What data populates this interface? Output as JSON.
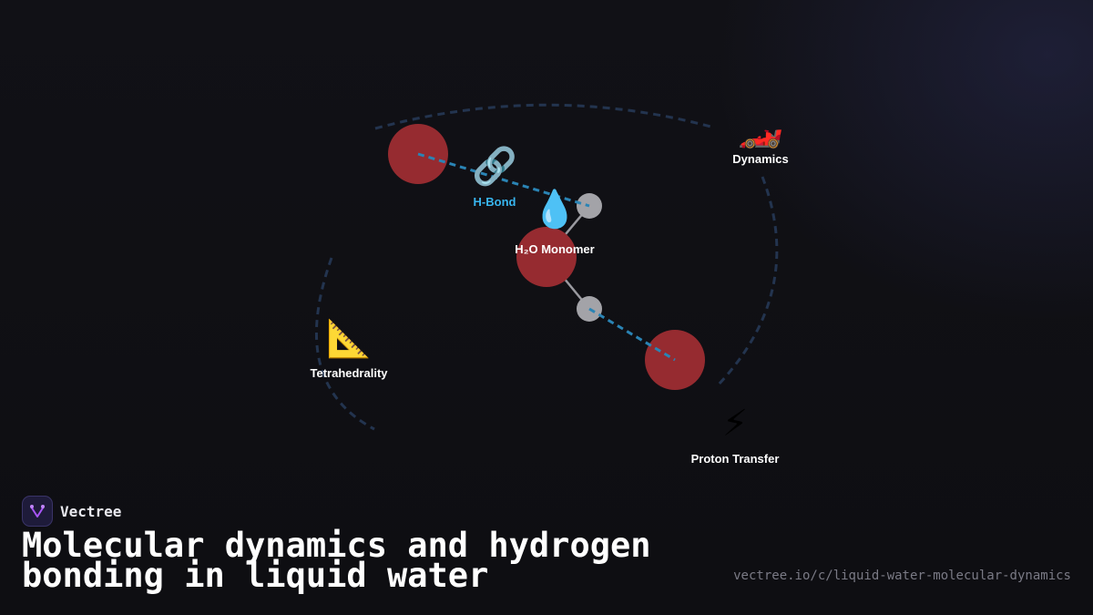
{
  "brand": {
    "name": "Vectree",
    "logo_icon": "vectree-logo-icon",
    "logo_color": "#a855f7"
  },
  "headline": "Molecular dynamics and hydrogen bonding in liquid water",
  "url": "vectree.io/c/liquid-water-molecular-dynamics",
  "colors": {
    "background": "#0f0f14",
    "oxygen": "#b22a2e",
    "hydrogen": "#a3a3a8",
    "hbond": "#2a84b5",
    "ring": "#23344f",
    "hbond_label": "#38b6f0"
  },
  "nodes": [
    {
      "id": "hbond",
      "label": "H-Bond",
      "icon": "link-icon",
      "glyph": "🔗"
    },
    {
      "id": "monomer",
      "label": "H₂O Monomer",
      "icon": "droplet-icon",
      "glyph": "💧"
    },
    {
      "id": "dynamics",
      "label": "Dynamics",
      "icon": "race-car-icon",
      "glyph": "🏎️"
    },
    {
      "id": "tetrahedrality",
      "label": "Tetrahedrality",
      "icon": "triangle-ruler-icon",
      "glyph": "📐"
    },
    {
      "id": "proton",
      "label": "Proton Transfer",
      "icon": "lightning-icon",
      "glyph": "⚡"
    }
  ]
}
